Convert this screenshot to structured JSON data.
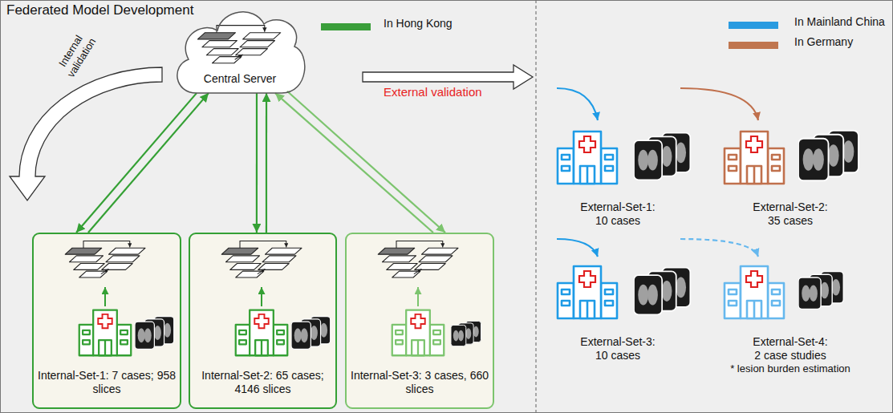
{
  "diagram": {
    "nodes": [
      {
        "text": [
          "Central Server"
        ]
      },
      {
        "text": [
          "Internal-Set-1: 7 cases; 958 slices"
        ]
      },
      {
        "text": [
          "Internal-Set-2: 65 cases; 4146 slices"
        ]
      },
      {
        "text": [
          "Internal-Set-3: 3 cases, 660 slices"
        ]
      },
      {
        "text": [
          "External-Set-1: 10 cases"
        ]
      },
      {
        "text": [
          "External-Set-2: 35 cases"
        ]
      },
      {
        "text": [
          "External-Set-3: 10 cases"
        ]
      },
      {
        "text": [
          "External-Set-4: 2 case studies",
          "* lesion burden estimation"
        ]
      }
    ],
    "edges": [
      {
        "from": 0,
        "to": 1,
        "arrow": "to"
      },
      {
        "from": 1,
        "to": 0,
        "arrow": "to"
      },
      {
        "from": 0,
        "to": 2,
        "arrow": "to"
      },
      {
        "from": 2,
        "to": 0,
        "arrow": "to"
      },
      {
        "from": 0,
        "to": 3,
        "arrow": "to"
      },
      {
        "from": 3,
        "to": 0,
        "arrow": "to"
      }
    ],
    "labels": [
      "Federated Model Development",
      "Internal validation",
      "External validation"
    ],
    "legend": [
      {
        "text": "In Hong Kong",
        "color": "#3a9e3a"
      },
      {
        "text": "In Mainland China",
        "color": "#2a9be0"
      },
      {
        "text": "In Germany",
        "color": "#c0764f"
      }
    ]
  }
}
